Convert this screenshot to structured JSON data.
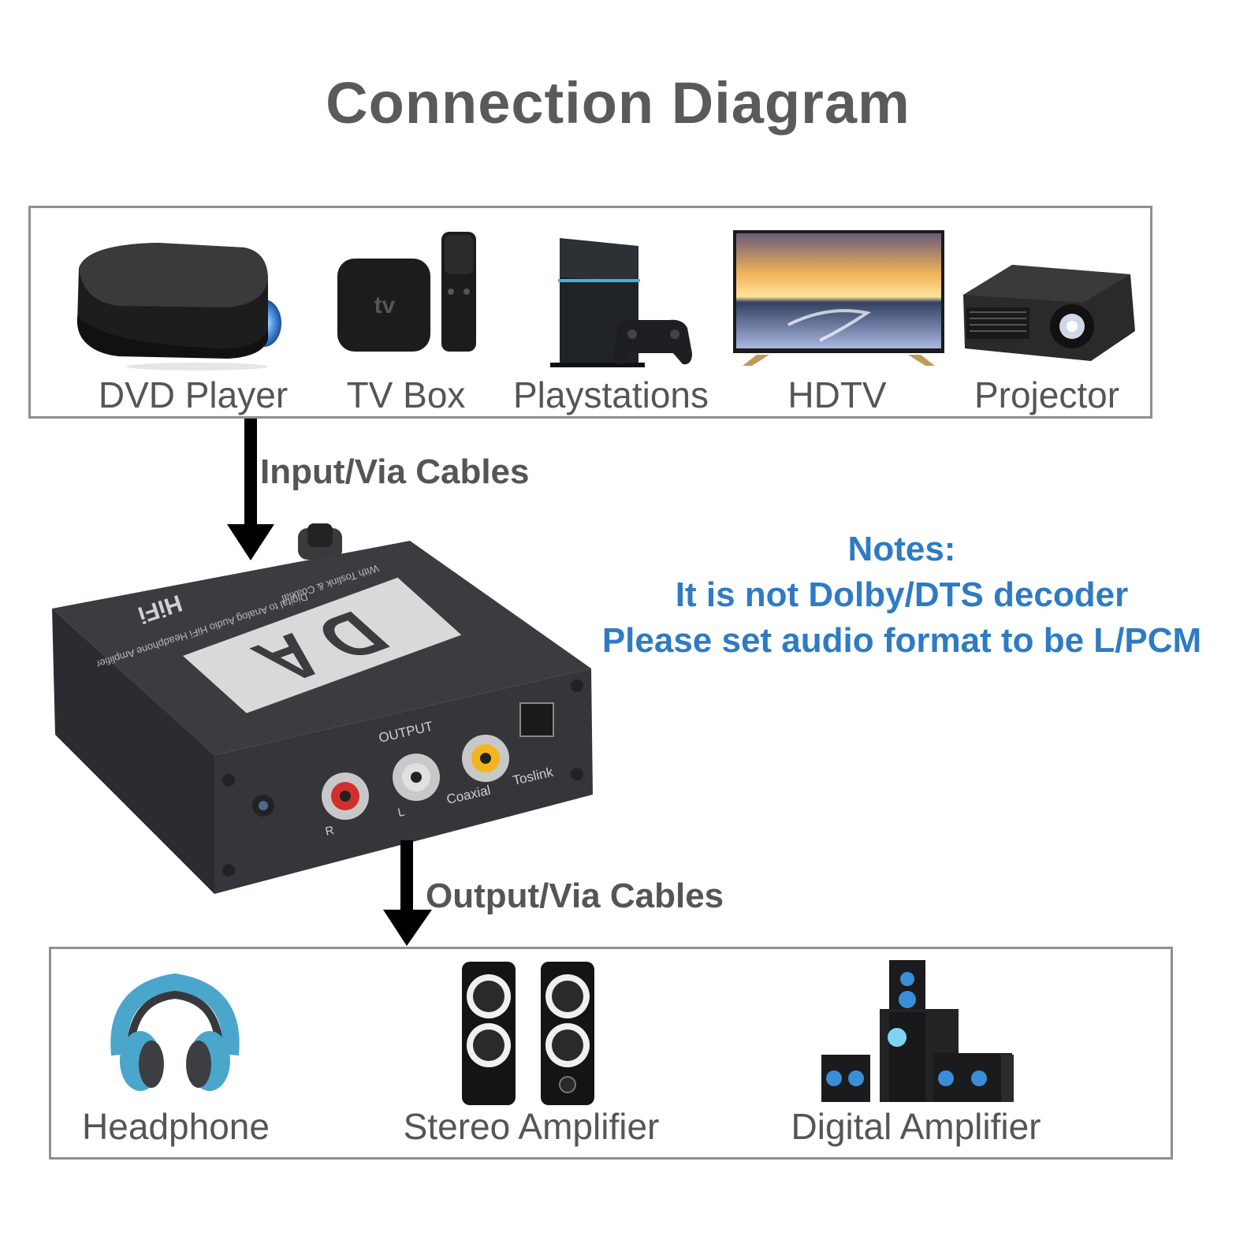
{
  "title": "Connection Diagram",
  "sources": [
    {
      "label": "DVD Player",
      "icon": "dvd-player-icon"
    },
    {
      "label": "TV Box",
      "icon": "tv-box-icon"
    },
    {
      "label": "Playstations",
      "icon": "game-console-icon"
    },
    {
      "label": "HDTV",
      "icon": "tv-icon"
    },
    {
      "label": "Projector",
      "icon": "projector-icon"
    }
  ],
  "input_label": "Input/Via Cables",
  "output_label": "Output/Via Cables",
  "notes": {
    "heading": "Notes:",
    "line1": "It is not Dolby/DTS decoder",
    "line2": "Please set audio format to be L/PCM"
  },
  "device": {
    "brand": "HiFi",
    "logo": "D A",
    "subtitle1": "Digital to Analog Audio HiFi Headphone Amplifier",
    "subtitle2": "With Toslink & Coaxial",
    "output": "OUTPUT",
    "r": "R",
    "l": "L",
    "coaxial": "Coaxial",
    "toslink": "Toslink"
  },
  "outputs": [
    {
      "label": "Headphone",
      "icon": "headphone-icon"
    },
    {
      "label": "Stereo Amplifier",
      "icon": "speakers-icon"
    },
    {
      "label": "Digital Amplifier",
      "icon": "home-theater-icon"
    }
  ],
  "colors": {
    "notes": "#2e7bc4",
    "text": "#555555",
    "border": "#8f8f8f"
  }
}
